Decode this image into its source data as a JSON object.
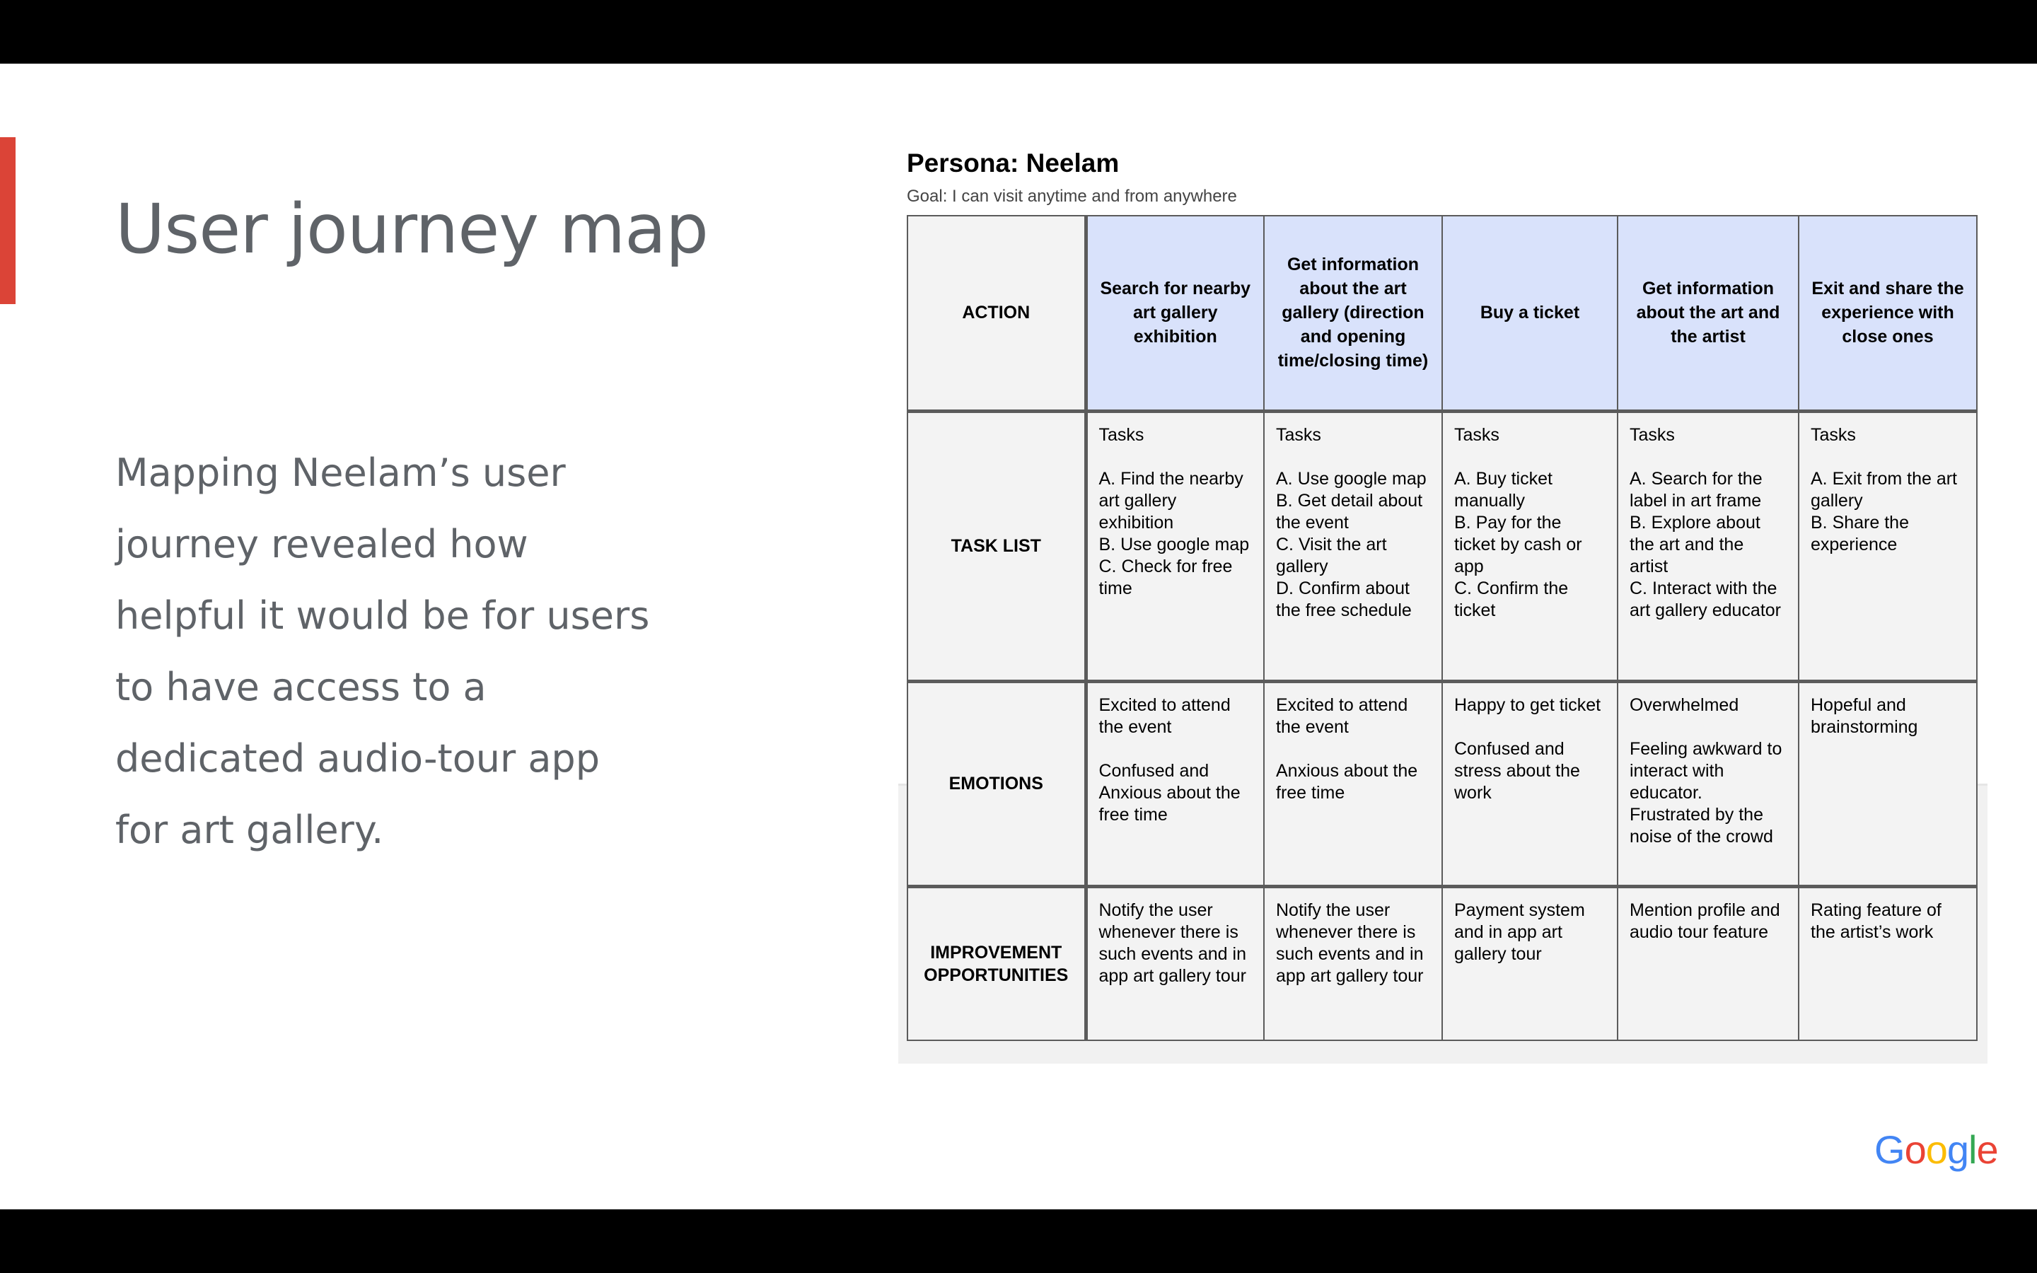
{
  "slide": {
    "title": "User journey map",
    "body": "Mapping Neelam’s user journey revealed how helpful it would be for users to have access to a dedicated audio-tour app for art gallery."
  },
  "persona": {
    "name": "Persona: Neelam",
    "goal": "Goal: I can visit anytime and from anywhere"
  },
  "table": {
    "row_headers": {
      "action": "ACTION",
      "tasks": "TASK LIST",
      "emotions": "EMOTIONS",
      "improvements": "IMPROVEMENT OPPORTUNITIES"
    },
    "actions": [
      "Search for nearby art gallery exhibition",
      "Get information about the art gallery  (direction and opening time/closing time)",
      "Buy a ticket",
      "Get information about the art and the artist",
      "Exit and share the experience with close ones"
    ],
    "tasks": [
      "Tasks\n\nA. Find the nearby art gallery exhibition\nB. Use google map\nC. Check for free time",
      "Tasks\n\nA. Use google map\nB. Get detail about the event\nC. Visit the art gallery\nD. Confirm about the free schedule",
      "Tasks\n\nA. Buy ticket manually\nB. Pay for the ticket by cash or app\nC. Confirm the ticket",
      "Tasks\n\nA. Search for the label in art frame\nB. Explore about the art and the artist\nC. Interact with the art gallery educator",
      "Tasks\n\nA. Exit from the art gallery\nB. Share the experience"
    ],
    "emotions": [
      "Excited to attend the event\n\nConfused and Anxious about the free time",
      "Excited to attend the event\n\nAnxious about the free time",
      "Happy to get ticket\n\nConfused and stress about the work",
      "Overwhelmed\n\nFeeling awkward to interact with educator.\nFrustrated by the noise of the crowd",
      "Hopeful and brainstorming"
    ],
    "improvements": [
      "Notify the user whenever there is such events and in app art gallery tour",
      "Notify the user whenever there is such events and in app art gallery tour",
      "Payment system and in app art gallery tour",
      "Mention profile and audio tour feature",
      "Rating feature of the artist’s work"
    ]
  },
  "logo": {
    "letters": [
      "G",
      "o",
      "o",
      "g",
      "l",
      "e"
    ],
    "colors": [
      "#4285f4",
      "#ea4335",
      "#fbbc05",
      "#4285f4",
      "#34a853",
      "#ea4335"
    ]
  },
  "colors": {
    "accent": "#db4437",
    "action_header_bg": "#d9e2fb",
    "cell_bg": "#f3f3f3",
    "text_gray": "#5f6368"
  }
}
